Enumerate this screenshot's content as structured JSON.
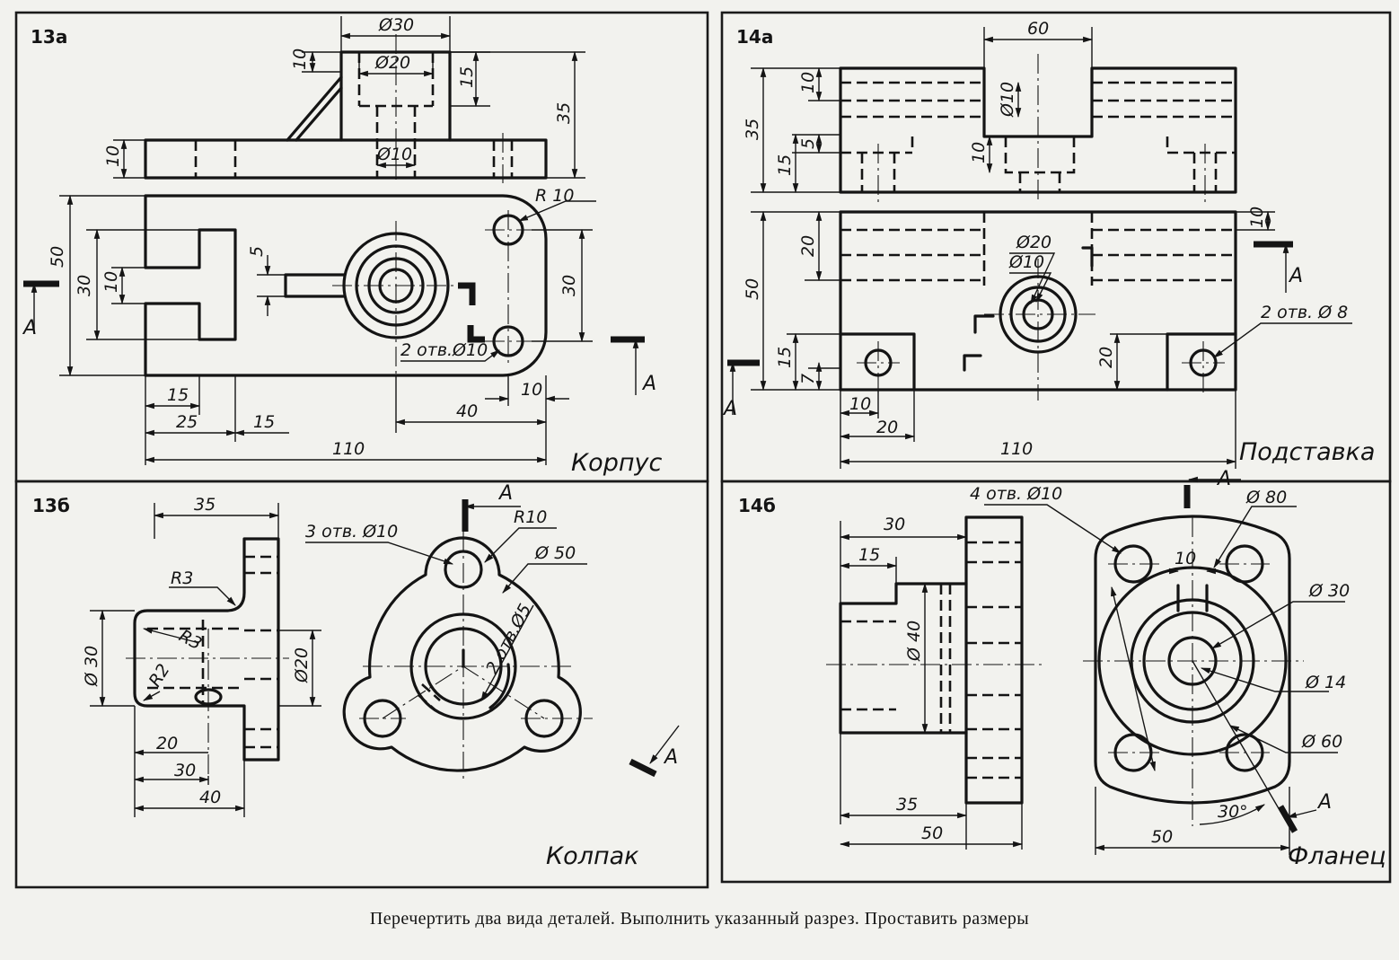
{
  "caption": "Перечертить два вида деталей. Выполнить указанный разрез. Проставить размеры",
  "section_letter": "А",
  "panels": {
    "p13a": {
      "label": "13а",
      "name": "Корпус",
      "dims": {
        "d30": "Ø30",
        "d20": "Ø20",
        "d10": "Ø10",
        "v10a": "10",
        "v15": "15",
        "v35": "35",
        "v10b": "10",
        "r10": "R 10",
        "v50": "50",
        "v30l": "30",
        "v10c": "10",
        "v5": "5",
        "v30r": "30",
        "holes": "2 отв.Ø10",
        "h15": "15",
        "h25": "25",
        "h15b": "15",
        "h40": "40",
        "h10": "10",
        "h110": "110"
      }
    },
    "p14a": {
      "label": "14а",
      "name": "Подставка",
      "dims": {
        "h60": "60",
        "v10": "10",
        "v35": "35",
        "v5": "5",
        "v15": "15",
        "d10v": "Ø10",
        "v10m": "10",
        "v20": "20",
        "v50": "50",
        "v15b": "15",
        "v7": "7",
        "d20": "Ø20",
        "d10": "Ø10",
        "v10r": "10",
        "holes": "2 отв. Ø 8",
        "v20r": "20",
        "h10": "10",
        "h20": "20",
        "h110": "110"
      }
    },
    "p13b": {
      "label": "13б",
      "name": "Колпак",
      "dims": {
        "h35": "35",
        "r3a": "R3",
        "r3b": "R3",
        "r2": "R2",
        "d30": "Ø 30",
        "d20": "Ø20",
        "h20": "20",
        "h30": "30",
        "h40": "40",
        "holes3": "3 отв. Ø10",
        "r10": "R10",
        "d50": "Ø 50",
        "holes2": "2 отв.Ø5"
      }
    },
    "p14b": {
      "label": "14б",
      "name": "Фланец",
      "dims": {
        "h30": "30",
        "h15": "15",
        "d40": "Ø 40",
        "h35": "35",
        "h50": "50",
        "holes4": "4 отв. Ø10",
        "d80": "Ø 80",
        "w10": "10",
        "d30": "Ø 30",
        "d14": "Ø 14",
        "d60": "Ø 60",
        "ang": "30°",
        "h50r": "50"
      }
    }
  }
}
